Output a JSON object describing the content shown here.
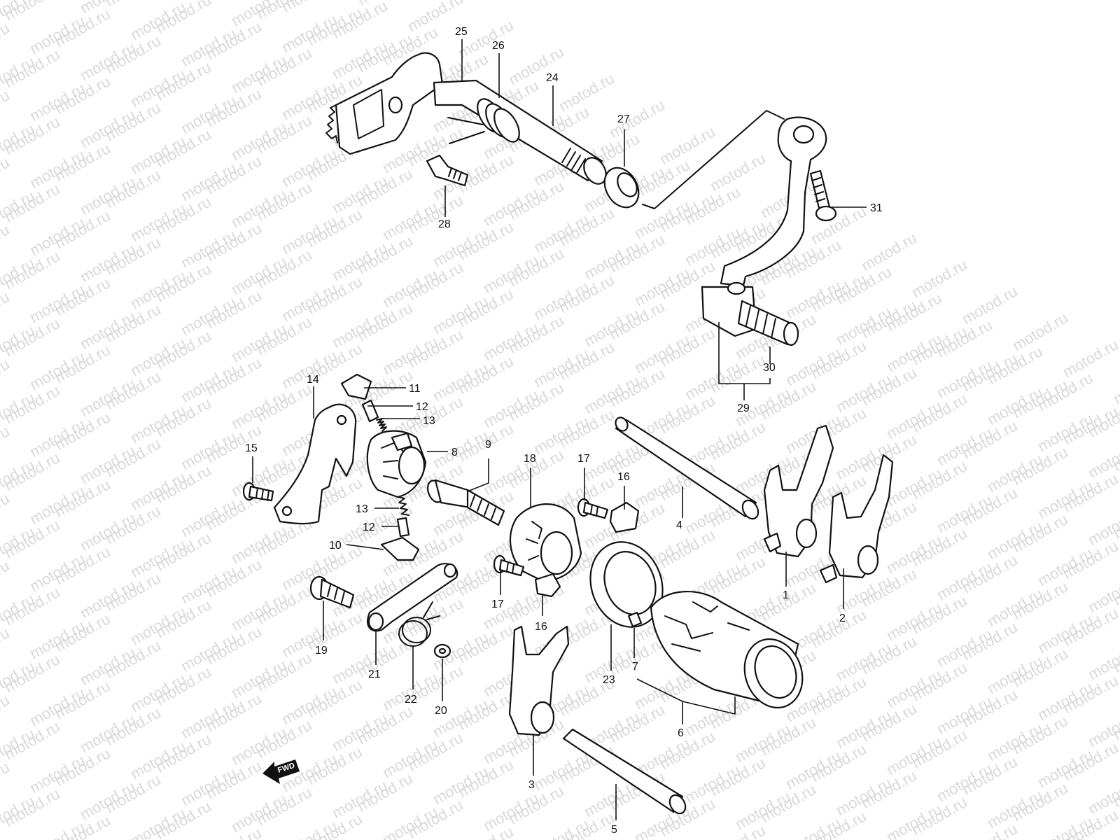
{
  "watermark": "motod.ru",
  "fwd_label": "FWD",
  "callouts": {
    "c1": "1",
    "c2": "2",
    "c3": "3",
    "c4": "4",
    "c5": "5",
    "c6": "6",
    "c7": "7",
    "c8": "8",
    "c9": "9",
    "c10": "10",
    "c11": "11",
    "c12a": "12",
    "c12b": "12",
    "c13a": "13",
    "c13b": "13",
    "c14": "14",
    "c15": "15",
    "c16a": "16",
    "c16b": "16",
    "c17a": "17",
    "c17b": "17",
    "c18": "18",
    "c19": "19",
    "c20": "20",
    "c21": "21",
    "c22": "22",
    "c23": "23",
    "c24": "24",
    "c25": "25",
    "c26": "26",
    "c27": "27",
    "c28": "28",
    "c29": "29",
    "c30": "30",
    "c31": "31"
  },
  "colors": {
    "ink": "#111111",
    "watermark": "#d9d9d9",
    "background": "#ffffff"
  }
}
